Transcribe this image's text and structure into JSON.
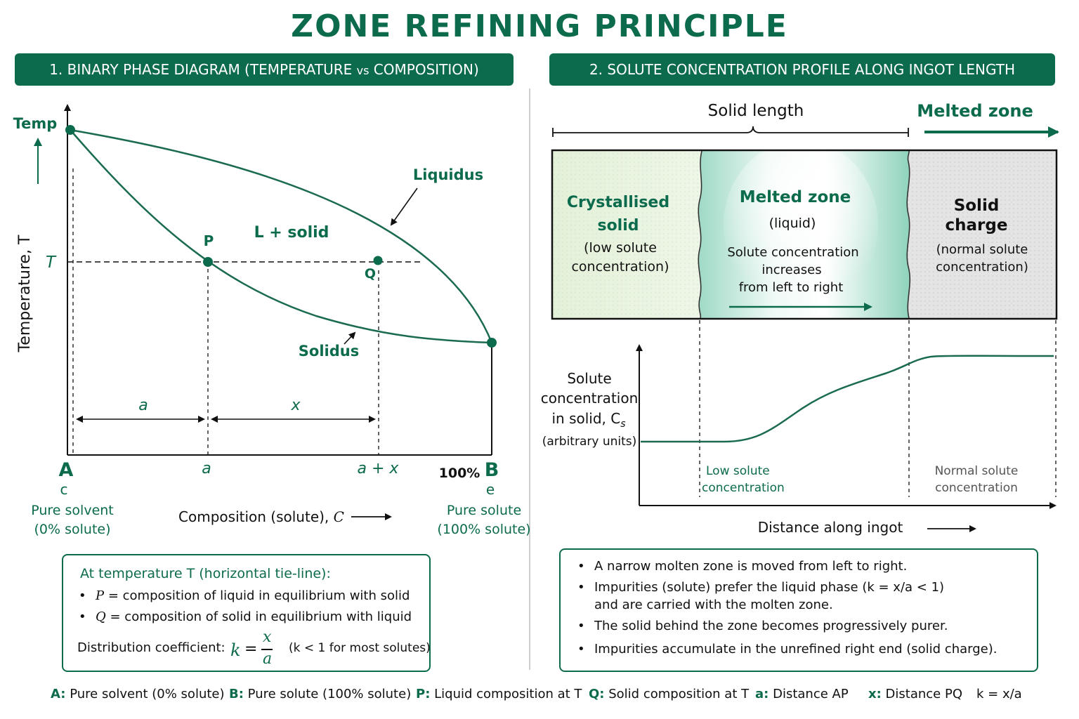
{
  "title": "ZONE REFINING PRINCIPLE",
  "left_panel": {
    "banner_main": "1. BINARY PHASE DIAGRAM (TEMPERATURE ",
    "banner_vs": "vs",
    "banner_end": " COMPOSITION)",
    "temp_label": "Temp",
    "y_axis_label": "Temperature, T",
    "t_label": "T",
    "liquidus": "Liquidus",
    "solidus": "Solidus",
    "region_label": "L + solid",
    "point_p": "P",
    "point_q": "Q",
    "dim_a": "a",
    "dim_x": "x",
    "tick_a": "a",
    "tick_ax": "a + x",
    "end_a": "A",
    "end_a_sub": "c",
    "end_b": "B",
    "end_b_sub": "e",
    "hundred": "100%",
    "pure_solvent_1": "Pure solvent",
    "pure_solvent_2": "(0% solute)",
    "pure_solute_1": "Pure solute",
    "pure_solute_2": "(100% solute)",
    "x_axis_label": "Composition (solute), ",
    "x_axis_var": "C",
    "info": {
      "heading": "At  temperature T  (horizontal tie-line):",
      "p_var": "P",
      "p_text": " = composition of liquid in equilibrium with solid",
      "q_var": "Q",
      "q_text": " = composition of solid in equilibrium with liquid",
      "dc_label": "Distribution coefficient:",
      "k_var": "k",
      "k_num": "x",
      "k_den": "a",
      "k_note": "(k < 1 for most solutes)"
    }
  },
  "right_panel": {
    "banner": "2. SOLUTE CONCENTRATION PROFILE ALONG INGOT LENGTH",
    "solid_length": "Solid length",
    "melted_zone_header": "Melted zone",
    "zone1_title_1": "Crystallised",
    "zone1_title_2": "solid",
    "zone1_sub_1": "(low solute",
    "zone1_sub_2": "concentration)",
    "zone2_title": "Melted zone",
    "zone2_sub": "(liquid)",
    "zone2_text_1": "Solute concentration",
    "zone2_text_2": "increases",
    "zone2_text_3": "from left to right",
    "zone3_title_1": "Solid",
    "zone3_title_2": "charge",
    "zone3_sub_1": "(normal solute",
    "zone3_sub_2": "concentration)",
    "y_label_1": "Solute",
    "y_label_2": "concentration",
    "y_label_3": "in solid, C",
    "y_label_sub": "s",
    "y_label_4": "(arbitrary units)",
    "low_conc_1": "Low solute",
    "low_conc_2": "concentration",
    "normal_conc_1": "Normal solute",
    "normal_conc_2": "concentration",
    "x_axis_label": "Distance along ingot",
    "notes": [
      "A narrow molten zone is moved from left to right.",
      "Impurities (solute) prefer the liquid phase (k = x/a < 1)",
      "and are carried with the molten zone.",
      "The solid behind the zone becomes progressively purer.",
      "Impurities accumulate in the unrefined right end (solid charge)."
    ]
  },
  "legend": [
    {
      "key": "A:",
      "text": "Pure solvent (0% solute)"
    },
    {
      "key": "B:",
      "text": "Pure solute (100% solute)"
    },
    {
      "key": "P:",
      "text": "Liquid composition at T"
    },
    {
      "key": "Q:",
      "text": "Solid composition at T"
    },
    {
      "key": "a:",
      "text": "Distance AP"
    },
    {
      "key": "x:",
      "text": "Distance PQ"
    },
    {
      "key": "",
      "text": "k = x/a"
    }
  ],
  "colors": {
    "accent": "#0d6b4d",
    "curve": "#1a6b50",
    "zone_green": "#e8f3e0",
    "zone_teal": "#a8dccb",
    "zone_grey": "#e4e4e4"
  }
}
